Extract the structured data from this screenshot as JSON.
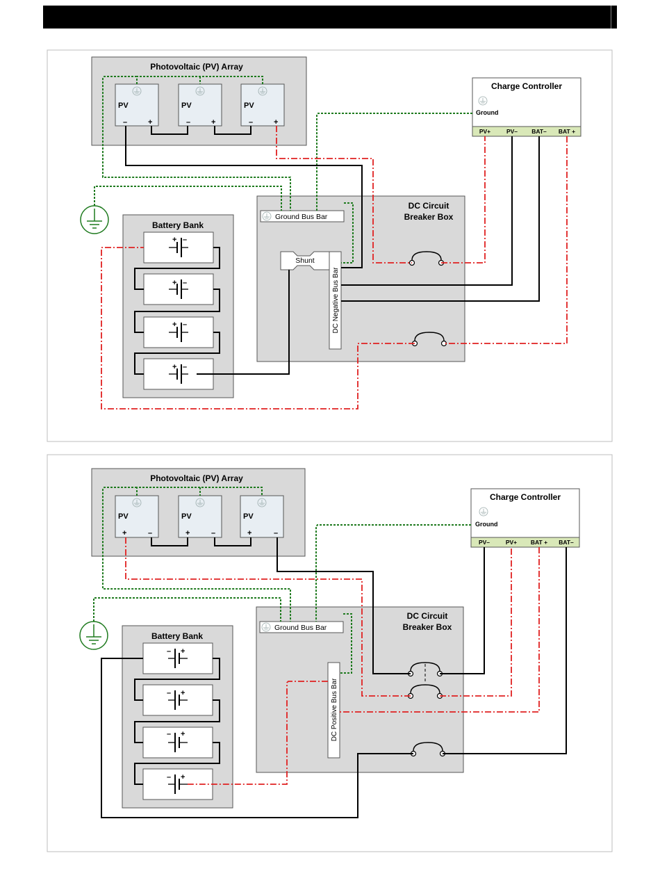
{
  "colors": {
    "ground_wire": "#1e7a1e",
    "positive_wire": "#e02020",
    "negative_wire": "#000000",
    "enclosure_fill": "#d9d9d9",
    "panel_fill": "#e8eef3",
    "terminal_strip": "#d9e8b8",
    "ground_symbol": "#1e7a1e"
  },
  "diagram1": {
    "pv_array_title": "Photovoltaic (PV) Array",
    "pv_label": "PV",
    "pv_terminals": [
      "–",
      "+"
    ],
    "controller_title": "Charge Controller",
    "controller_ground": "Ground",
    "controller_terminals": [
      "PV+",
      "PV–",
      "BAT–",
      "BAT +"
    ],
    "breaker_box_title_1": "DC Circuit",
    "breaker_box_title_2": "Breaker Box",
    "ground_bus": "Ground Bus Bar",
    "shunt": "Shunt",
    "bus_bar": "DC Negative Bus Bar",
    "battery_title": "Battery Bank",
    "battery_plus": "+",
    "battery_minus": "–"
  },
  "diagram2": {
    "pv_array_title": "Photovoltaic (PV) Array",
    "pv_label": "PV",
    "pv_terminals": [
      "+",
      "–"
    ],
    "controller_title": "Charge Controller",
    "controller_ground": "Ground",
    "controller_terminals": [
      "PV–",
      "PV+",
      "BAT +",
      "BAT–"
    ],
    "breaker_box_title_1": "DC Circuit",
    "breaker_box_title_2": "Breaker Box",
    "ground_bus": "Ground Bus Bar",
    "bus_bar": "DC Positive Bus Bar",
    "battery_title": "Battery Bank",
    "battery_plus": "+",
    "battery_minus": "–"
  }
}
